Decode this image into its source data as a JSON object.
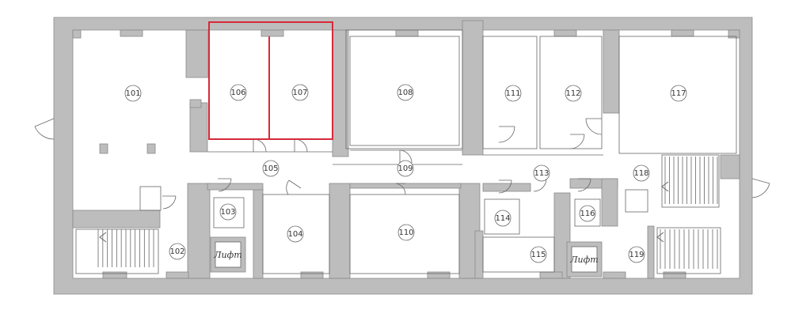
{
  "colors": {
    "wall": "#bdbdbd",
    "wall_stroke": "#8a8a8a",
    "line": "#666666",
    "highlight": "#d62a3a",
    "background": "#ffffff"
  },
  "rooms": [
    {
      "id": "r101",
      "label": "101"
    },
    {
      "id": "r102",
      "label": "102"
    },
    {
      "id": "r103",
      "label": "103"
    },
    {
      "id": "r104",
      "label": "104"
    },
    {
      "id": "r105",
      "label": "105"
    },
    {
      "id": "r106",
      "label": "106"
    },
    {
      "id": "r107",
      "label": "107"
    },
    {
      "id": "r108",
      "label": "108"
    },
    {
      "id": "r109",
      "label": "109"
    },
    {
      "id": "r110",
      "label": "110"
    },
    {
      "id": "r111",
      "label": "111"
    },
    {
      "id": "r112",
      "label": "112"
    },
    {
      "id": "r113",
      "label": "113"
    },
    {
      "id": "r114",
      "label": "114"
    },
    {
      "id": "r115",
      "label": "115"
    },
    {
      "id": "r116",
      "label": "116"
    },
    {
      "id": "r117",
      "label": "117"
    },
    {
      "id": "r118",
      "label": "118"
    },
    {
      "id": "r119",
      "label": "119"
    }
  ],
  "lifts": [
    {
      "id": "lift-1",
      "label": "Лифт"
    },
    {
      "id": "lift-2",
      "label": "Лифт"
    }
  ],
  "highlighted_rooms": [
    "106",
    "107"
  ]
}
